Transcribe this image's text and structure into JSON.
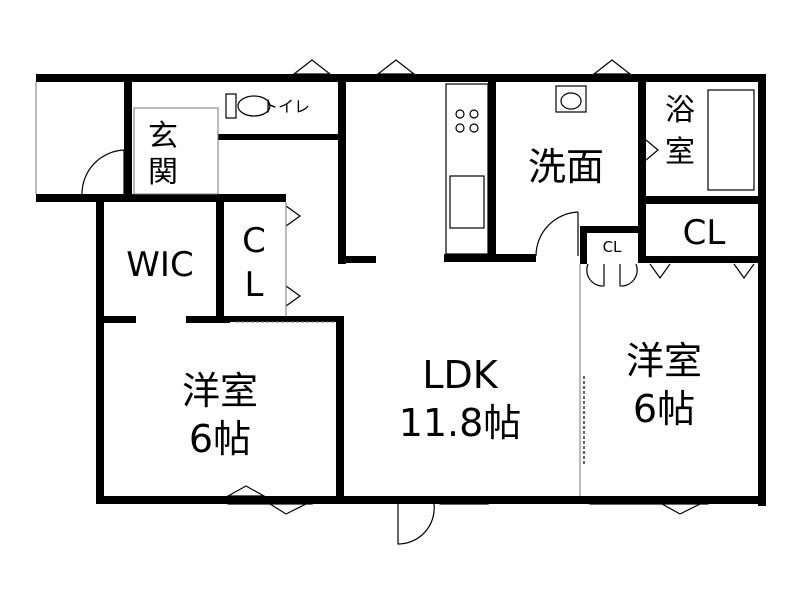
{
  "rooms": {
    "entrance": "玄\n関",
    "toilet": "トイレ",
    "wic": "WIC",
    "closet_hall": "C\nL",
    "washroom": "洗面",
    "bath": "浴\n室",
    "closet_right": "CL",
    "closet_small": "CL",
    "bedroom_left_name": "洋室",
    "bedroom_left_size": "6帖",
    "ldk_name": "LDK",
    "ldk_size": "11.8帖",
    "bedroom_right_name": "洋室",
    "bedroom_right_size": "6帖"
  }
}
